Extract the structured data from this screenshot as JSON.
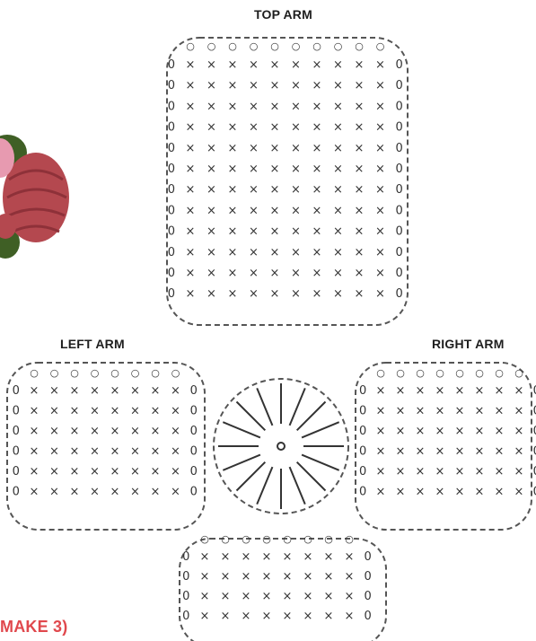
{
  "labels": {
    "top_arm": "TOP ARM",
    "left_arm": "LEFT ARM",
    "right_arm": "RIGHT ARM",
    "make_note": "MAKE 3)"
  },
  "colors": {
    "accent": "#e0484d",
    "chart_ink": "#333333",
    "photo_yarn": "#b4484f",
    "photo_pink": "#e79ab0",
    "photo_leaf": "#3f5f25"
  },
  "symbols": {
    "single_crochet": "×",
    "chain": "○",
    "edge_chain": "0"
  },
  "arms": {
    "top": {
      "rows": 12,
      "stitches_per_row": 10
    },
    "left": {
      "rows": 6,
      "stitches_per_row": 8
    },
    "right": {
      "rows": 6,
      "stitches_per_row": 8
    },
    "bottom": {
      "rows": 4,
      "stitches_per_row": 8
    }
  },
  "icons": {
    "photo": "crochet-flower-photo"
  }
}
